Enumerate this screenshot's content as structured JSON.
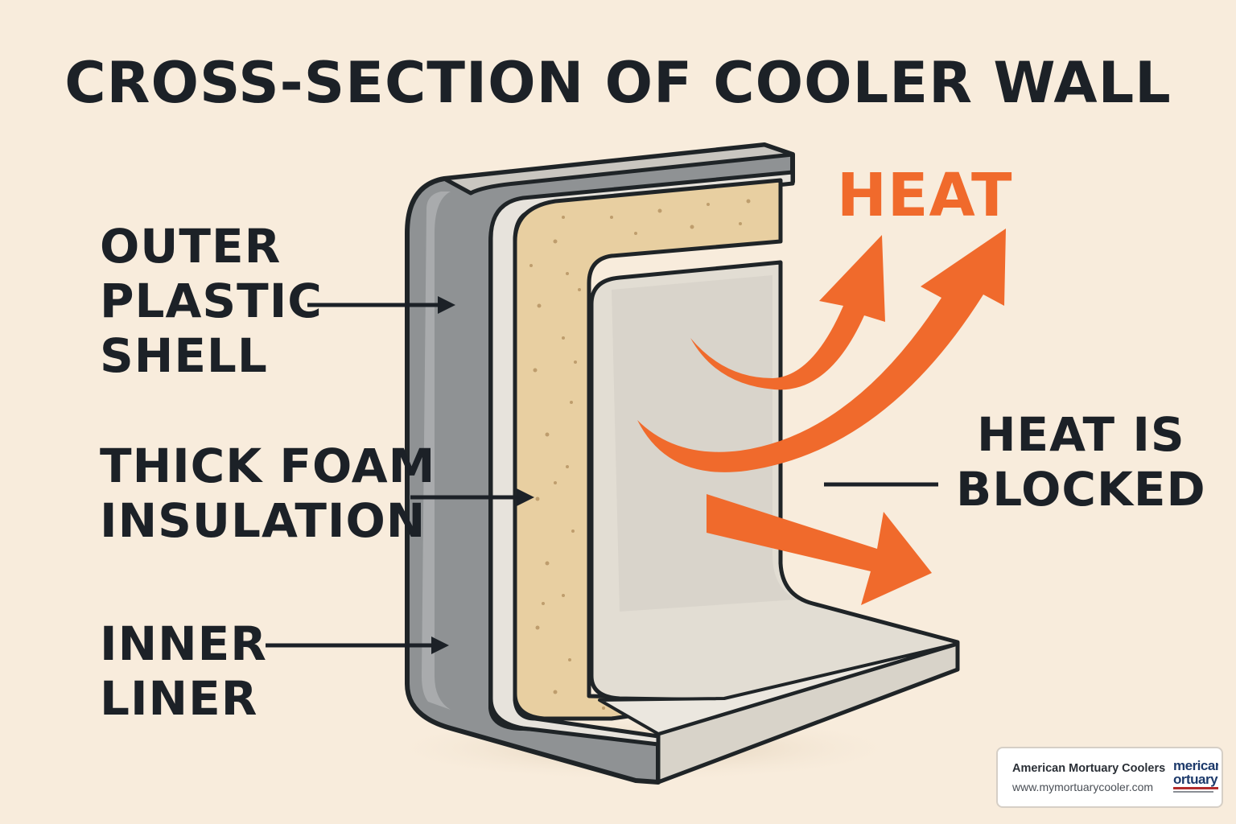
{
  "title": "CROSS-SECTION OF COOLER WALL",
  "labels": {
    "outer_shell": [
      "OUTER",
      "PLASTIC",
      "SHELL"
    ],
    "foam": [
      "THICK FOAM",
      "INSULATION"
    ],
    "inner_liner": [
      "INNER",
      "LINER"
    ],
    "heat_blocked": [
      "HEAT IS",
      "BLOCKED"
    ]
  },
  "heat_label": "HEAT",
  "colors": {
    "background": "#f8ecdc",
    "heat": "#f06a2c",
    "outer_shell": "#8e9193",
    "foam": "#e8cfa1",
    "liner": "#e2ddd3",
    "text": "#1c2127"
  },
  "badge": {
    "name": "American Mortuary Coolers",
    "url": "www.mymortuarycooler.com",
    "logo_text_line1": "mericar",
    "logo_text_line2": "ortuary"
  }
}
